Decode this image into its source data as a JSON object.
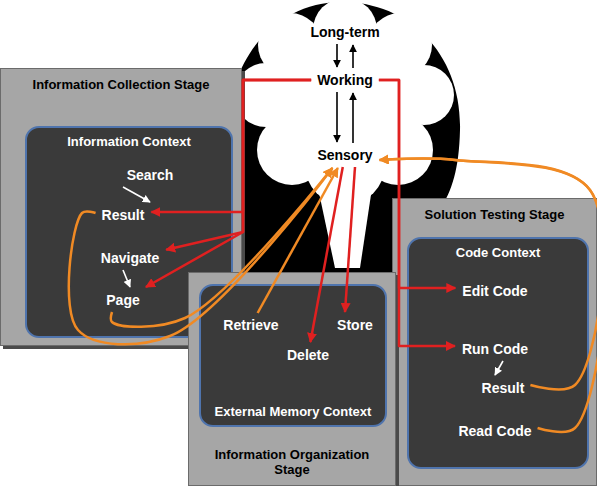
{
  "diagram": {
    "nodes": [
      {
        "text": [
          "Long-term"
        ]
      },
      {
        "text": [
          "Working"
        ]
      },
      {
        "text": [
          "Sensory"
        ]
      },
      {
        "text": [
          "Information Collection Stage"
        ]
      },
      {
        "text": [
          "Information Context"
        ],
        "in": 3
      },
      {
        "text": [
          "Search"
        ],
        "in": 4
      },
      {
        "text": [
          "Result"
        ],
        "in": 4
      },
      {
        "text": [
          "Navigate"
        ],
        "in": 4
      },
      {
        "text": [
          "Page"
        ],
        "in": 4
      },
      {
        "text": [
          "Solution Testing Stage"
        ]
      },
      {
        "text": [
          "Code Context"
        ],
        "in": 9
      },
      {
        "text": [
          "Edit Code"
        ],
        "in": 10
      },
      {
        "text": [
          "Run Code"
        ],
        "in": 10
      },
      {
        "text": [
          "Result"
        ],
        "in": 10
      },
      {
        "text": [
          "Read Code"
        ],
        "in": 10
      },
      {
        "text": [
          "Information Organization Stage"
        ]
      },
      {
        "text": [
          "External Memory Context"
        ],
        "in": 15
      },
      {
        "text": [
          "Retrieve"
        ],
        "in": 16
      },
      {
        "text": [
          "Store"
        ],
        "in": 16
      },
      {
        "text": [
          "Delete"
        ],
        "in": 16
      }
    ],
    "edges": [
      {
        "from": 0,
        "to": 1,
        "arrow": "to"
      },
      {
        "from": 1,
        "to": 0,
        "arrow": "to"
      },
      {
        "from": 1,
        "to": 2,
        "arrow": "to"
      },
      {
        "from": 2,
        "to": 1,
        "arrow": "to"
      },
      {
        "from": 5,
        "to": 6,
        "arrow": "to"
      },
      {
        "from": 7,
        "to": 8,
        "arrow": "to"
      },
      {
        "from": 12,
        "to": 13,
        "arrow": "to"
      },
      {
        "from": 1,
        "to": 6,
        "arrow": "to"
      },
      {
        "from": 1,
        "to": 7,
        "arrow": "to"
      },
      {
        "from": 1,
        "to": 8,
        "arrow": "to"
      },
      {
        "from": 1,
        "to": 11,
        "arrow": "to"
      },
      {
        "from": 1,
        "to": 12,
        "arrow": "to"
      },
      {
        "from": 2,
        "to": 18,
        "arrow": "to"
      },
      {
        "from": 2,
        "to": 19,
        "arrow": "to"
      },
      {
        "from": 6,
        "to": 2,
        "arrow": "to"
      },
      {
        "from": 8,
        "to": 2,
        "arrow": "to"
      },
      {
        "from": 17,
        "to": 2,
        "arrow": "to"
      },
      {
        "from": 13,
        "to": 2,
        "arrow": "to"
      },
      {
        "from": 14,
        "to": 2,
        "arrow": "to"
      }
    ]
  }
}
